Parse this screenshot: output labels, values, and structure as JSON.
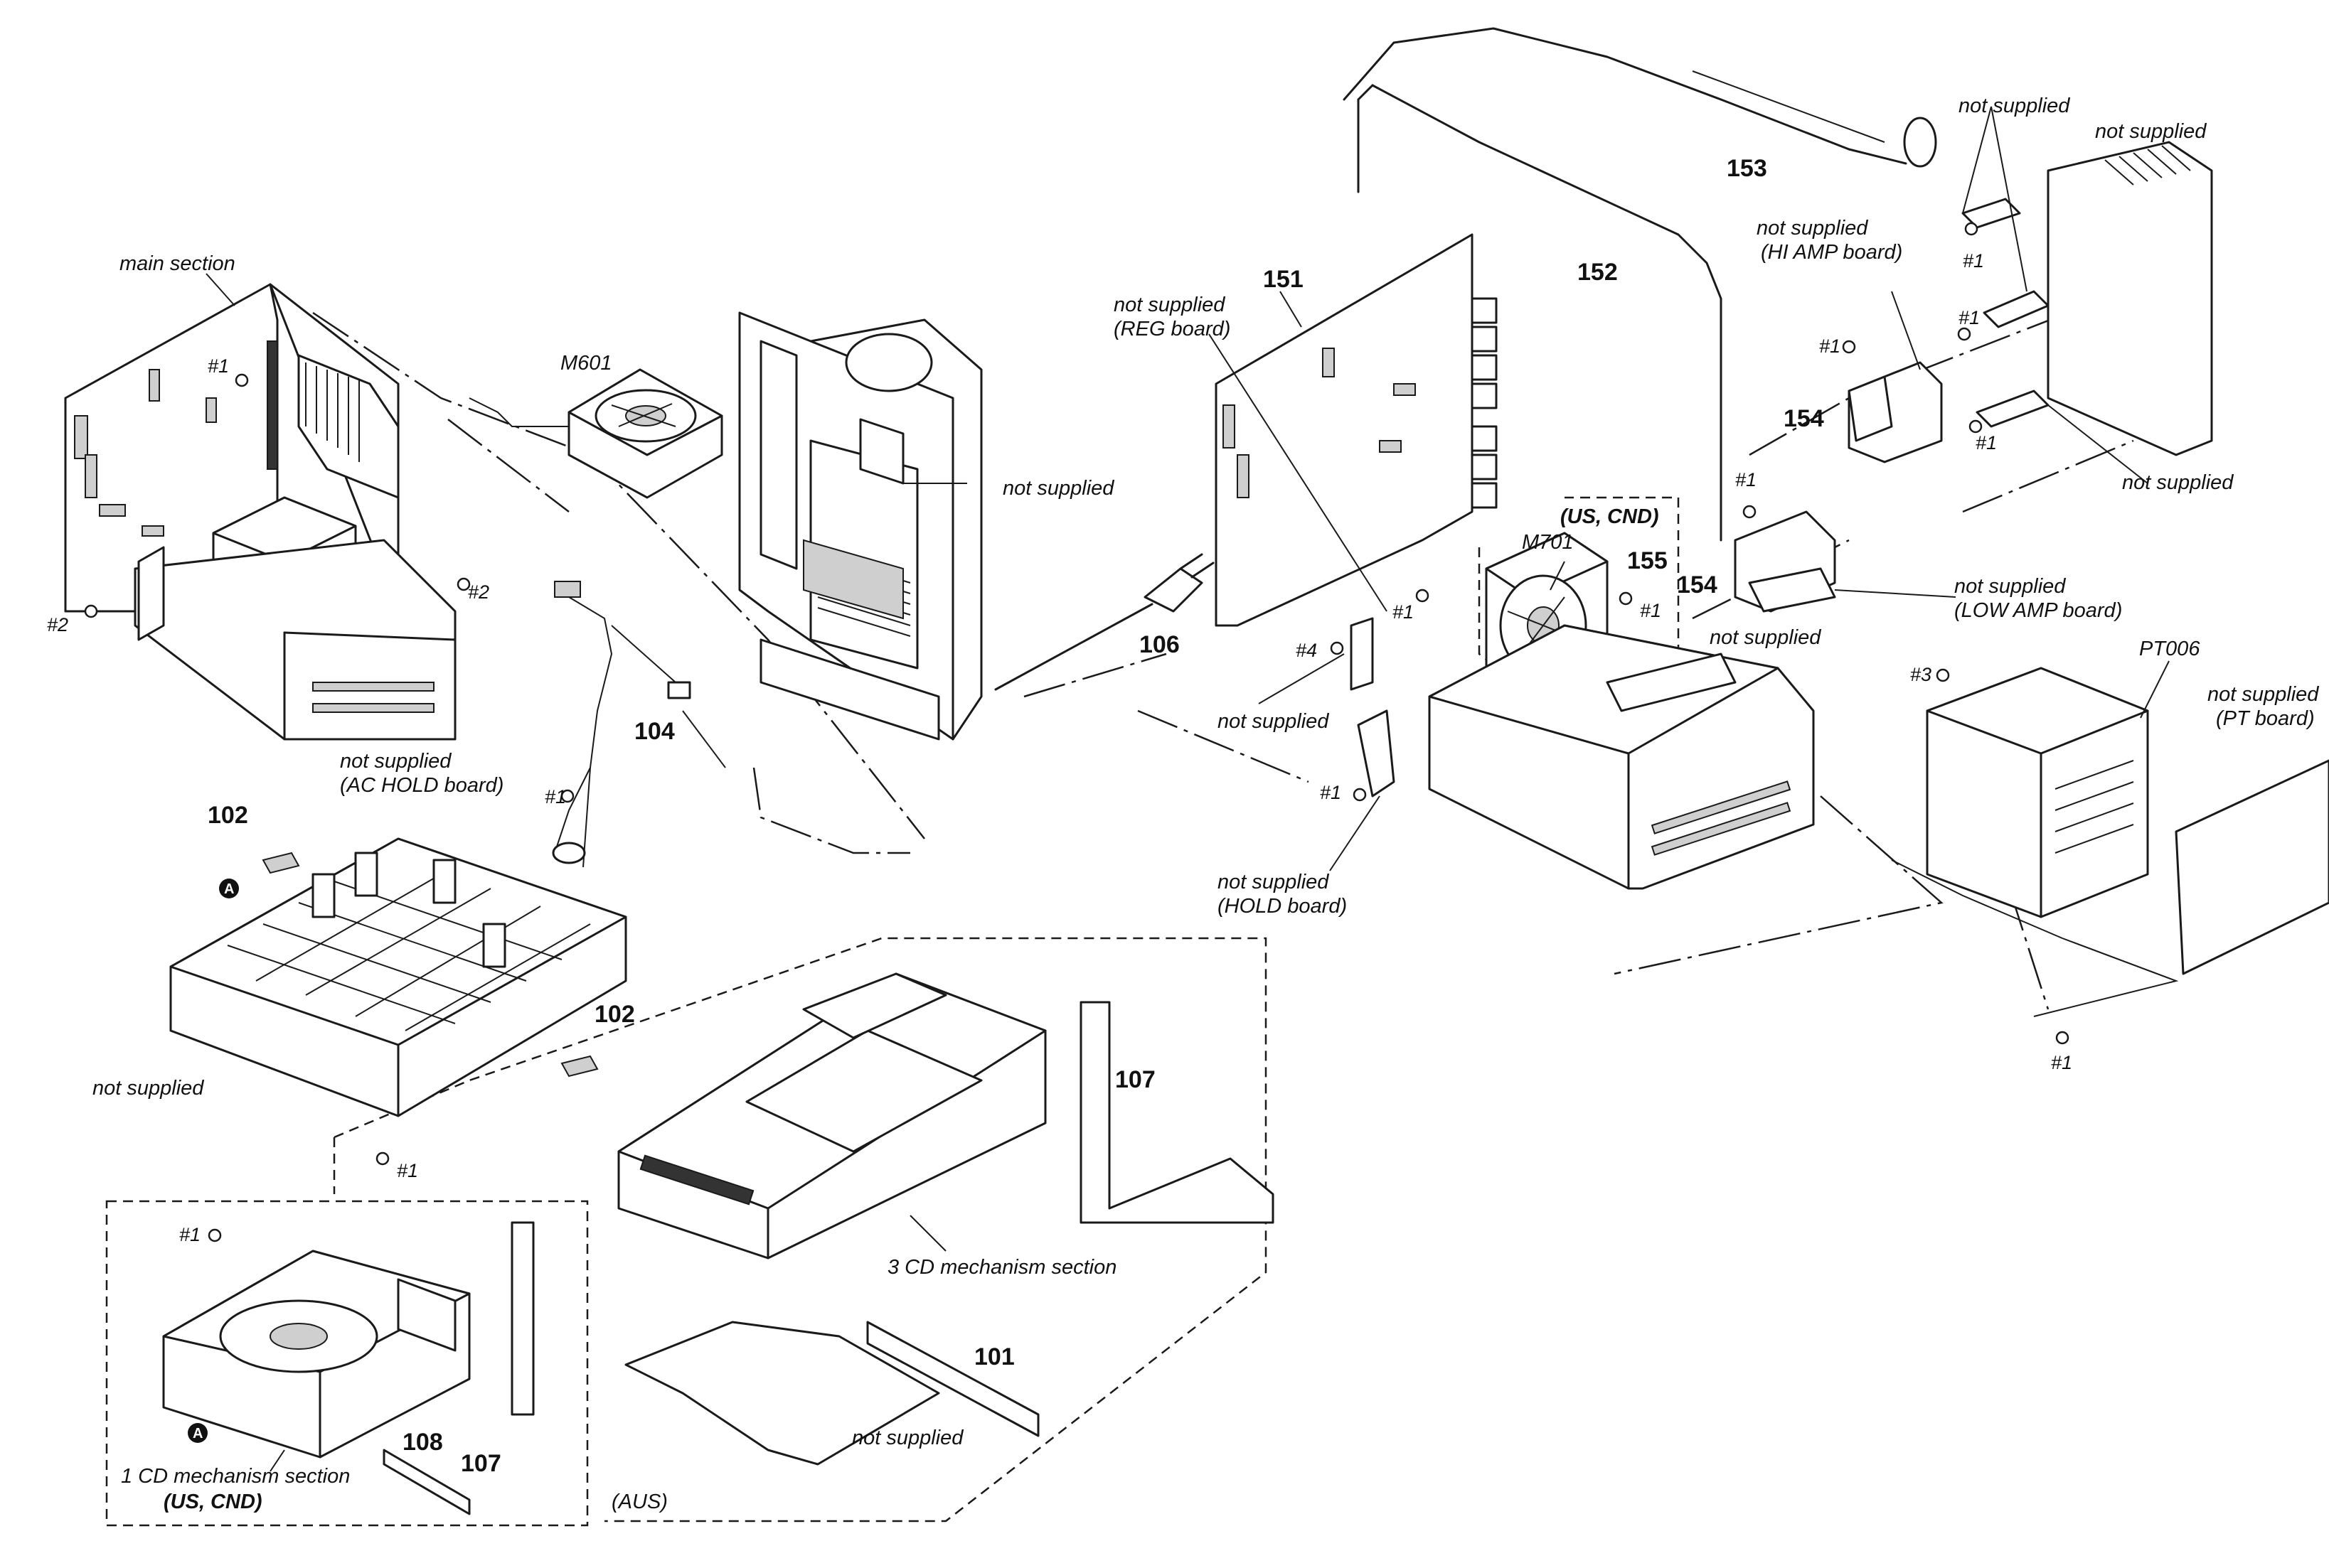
{
  "parts": {
    "p101": "101",
    "p102a": "102",
    "p102b": "102",
    "p104": "104",
    "p106": "106",
    "p107a": "107",
    "p107b": "107",
    "p108": "108",
    "p151": "151",
    "p152": "152",
    "p153": "153",
    "p154a": "154",
    "p154b": "154",
    "p155": "155",
    "m601": "M601",
    "m701": "M701",
    "pt006": "PT006"
  },
  "labels": {
    "main_section": "main section",
    "not_supplied": "not supplied",
    "reg_board": "(REG board)",
    "hi_amp_board": "(HI AMP board)",
    "low_amp_board": "(LOW AMP board)",
    "pt_board": "(PT board)",
    "ac_hold_board": "(AC HOLD board)",
    "hold_board": "(HOLD board)",
    "us_cnd": "(US, CND)",
    "aus": "(AUS)",
    "cd3_section": "3 CD mechanism section",
    "cd1_section": "1 CD mechanism section",
    "marker_a": "A"
  },
  "screws": {
    "s1": "#1",
    "s2": "#2",
    "s3": "#3",
    "s4": "#4"
  }
}
